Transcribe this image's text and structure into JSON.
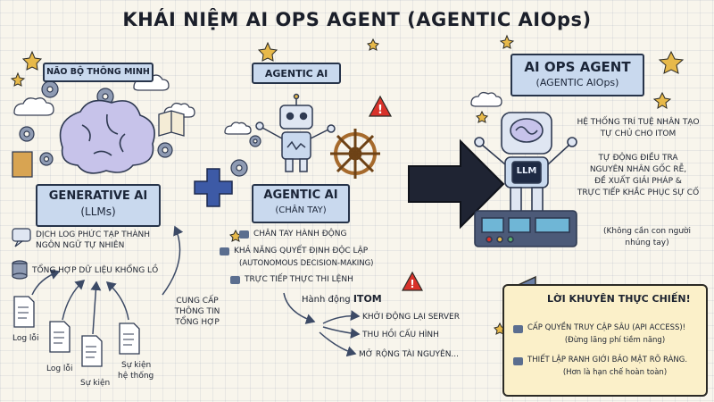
{
  "title": "KHÁI NIỆM AI OPS AGENT (AGENTIC AIOps)",
  "brain": {
    "label": "NÃO BỘ THÔNG MINH"
  },
  "generative": {
    "title": "GENERATIVE AI",
    "subtitle": "(LLMs)",
    "point1_line1": "DỊCH LOG PHỨC TẠP THÀNH",
    "point1_line2": "NGÔN NGỮ TỰ NHIÊN",
    "point2": "TỔNG HỢP DỮ LIỆU KHỔNG LỒ",
    "supply_line1": "CUNG CẤP",
    "supply_line2": "THÔNG TIN",
    "supply_line3": "TỔNG HỢP"
  },
  "documents": [
    {
      "line1": "Log lỗi",
      "line2": ""
    },
    {
      "line1": "Log lỗi",
      "line2": ""
    },
    {
      "line1": "Sự kiện",
      "line2": ""
    },
    {
      "line1": "Sự kiện",
      "line2": "hệ thống"
    }
  ],
  "agentic_top": {
    "label": "AGENTIC AI"
  },
  "agentic": {
    "title": "AGENTIC AI",
    "subtitle": "(CHÂN TAY)",
    "point1": "CHÂN TAY HÀNH ĐỘNG",
    "point2": "KHẢ NĂNG QUYẾT ĐỊNH ĐỘC LẬP",
    "point2_note": "(AUTONOMOUS DECISION-MAKING)",
    "point3": "TRỰC TIẾP THỰC THI LỆNH",
    "actions_title_prefix": "Hành động ",
    "actions_title_strong": "ITOM",
    "actions": [
      "KHỞI ĐỘNG LẠI SERVER",
      "THU HỒI CẤU HÌNH",
      "MỞ RỘNG TÀI NGUYÊN..."
    ]
  },
  "aiops": {
    "title": "AI OPS AGENT",
    "subtitle": "(AGENTIC AIOps)",
    "robot_label": "LLM",
    "desc1_line1": "HỆ THỐNG TRÍ TUỆ NHÂN TẠO",
    "desc1_line2": "TỰ CHỦ CHO ITOM",
    "desc2_line1": "TỰ ĐỘNG ĐIỀU TRA",
    "desc2_line2": "NGUYÊN NHÂN GỐC RỄ,",
    "desc2_line3": "ĐỀ XUẤT GIẢI PHÁP &",
    "desc2_line4": "TRỰC TIẾP KHẮC PHỤC SỰ CỐ",
    "note_line1": "(Không cần con người",
    "note_line2": "nhúng tay)"
  },
  "advice": {
    "title": "LỜI KHUYÊN THỰC CHIẾN!",
    "tip1": "CẤP QUYỀN TRUY CẬP SÂU (API ACCESS)!",
    "tip1_note": "(Đừng lãng phí tiềm năng)",
    "tip2": "THIẾT LẬP RANH GIỚI BẢO MẬT RÕ RÀNG.",
    "tip2_note": "(Hơn là hạn chế hoàn toàn)"
  },
  "icons": {
    "plus": "plus-icon",
    "arrow": "big-right-arrow-icon",
    "megaphone": "megaphone-icon",
    "warning": "warning-icon",
    "star": "star-icon"
  },
  "colors": {
    "box_fill": "#c9d9ee",
    "box_border": "#27344a",
    "advice_fill": "#fbf0c9",
    "warning_red": "#d8322a",
    "star_gold": "#e7b94a",
    "wheel_brown": "#a66a2c",
    "background": "#f8f5ec"
  }
}
